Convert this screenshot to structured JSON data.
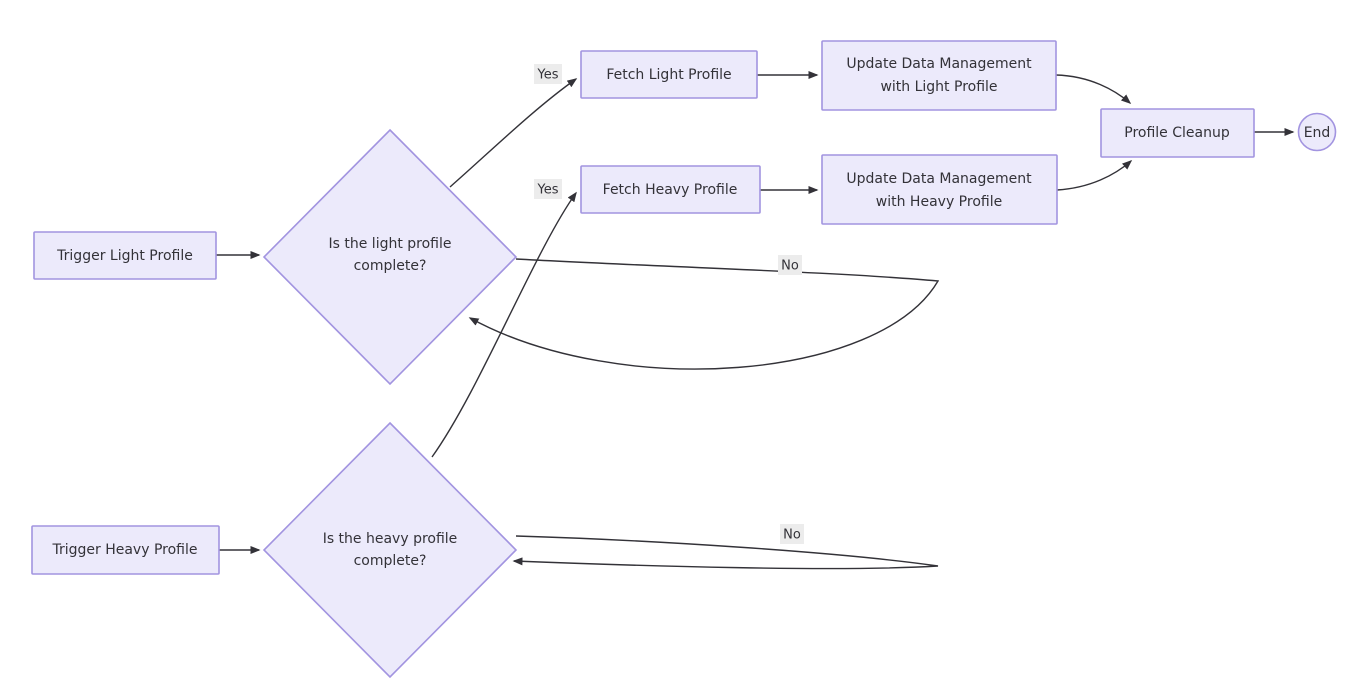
{
  "diagram": {
    "type": "flowchart",
    "direction": "left-to-right",
    "theme": {
      "node_fill": "#ECEAFB",
      "node_stroke": "#A294E0",
      "text_color": "#333238",
      "edge_color": "#333238",
      "edge_label_bg": "#ECECEC",
      "background": "#ffffff"
    },
    "nodes": [
      {
        "id": "trigger_light",
        "label": "Trigger Light Profile",
        "shape": "rect"
      },
      {
        "id": "light_decision",
        "label_line1": "Is the light profile",
        "label_line2": "complete?",
        "shape": "diamond"
      },
      {
        "id": "fetch_light",
        "label": "Fetch Light Profile",
        "shape": "rect"
      },
      {
        "id": "update_light",
        "label_line1": "Update Data Management",
        "label_line2": "with Light Profile",
        "shape": "rect"
      },
      {
        "id": "trigger_heavy",
        "label": "Trigger Heavy Profile",
        "shape": "rect"
      },
      {
        "id": "heavy_decision",
        "label_line1": "Is the heavy profile",
        "label_line2": "complete?",
        "shape": "diamond"
      },
      {
        "id": "fetch_heavy",
        "label": "Fetch Heavy Profile",
        "shape": "rect"
      },
      {
        "id": "update_heavy",
        "label_line1": "Update Data Management",
        "label_line2": "with Heavy Profile",
        "shape": "rect"
      },
      {
        "id": "profile_cleanup",
        "label": "Profile Cleanup",
        "shape": "rect"
      },
      {
        "id": "end",
        "label": "End",
        "shape": "circle"
      }
    ],
    "edges": [
      {
        "from": "trigger_light",
        "to": "light_decision",
        "label": ""
      },
      {
        "from": "light_decision",
        "to": "fetch_light",
        "label": "Yes"
      },
      {
        "from": "light_decision",
        "to": "light_decision",
        "label": "No"
      },
      {
        "from": "fetch_light",
        "to": "update_light",
        "label": ""
      },
      {
        "from": "update_light",
        "to": "profile_cleanup",
        "label": ""
      },
      {
        "from": "trigger_heavy",
        "to": "heavy_decision",
        "label": ""
      },
      {
        "from": "heavy_decision",
        "to": "fetch_heavy",
        "label": "Yes"
      },
      {
        "from": "heavy_decision",
        "to": "heavy_decision",
        "label": "No"
      },
      {
        "from": "fetch_heavy",
        "to": "update_heavy",
        "label": ""
      },
      {
        "from": "update_heavy",
        "to": "profile_cleanup",
        "label": ""
      },
      {
        "from": "profile_cleanup",
        "to": "end",
        "label": ""
      }
    ],
    "labels": {
      "trigger_light": "Trigger Light Profile",
      "light_decision_l1": "Is the light profile",
      "light_decision_l2": "complete?",
      "fetch_light": "Fetch Light Profile",
      "update_light_l1": "Update Data Management",
      "update_light_l2": "with Light Profile",
      "trigger_heavy": "Trigger Heavy Profile",
      "heavy_decision_l1": "Is the heavy profile",
      "heavy_decision_l2": "complete?",
      "fetch_heavy": "Fetch Heavy Profile",
      "update_heavy_l1": "Update Data Management",
      "update_heavy_l2": "with Heavy Profile",
      "profile_cleanup": "Profile Cleanup",
      "end": "End",
      "yes_light": "Yes",
      "yes_heavy": "Yes",
      "no_light": "No",
      "no_heavy": "No"
    }
  }
}
